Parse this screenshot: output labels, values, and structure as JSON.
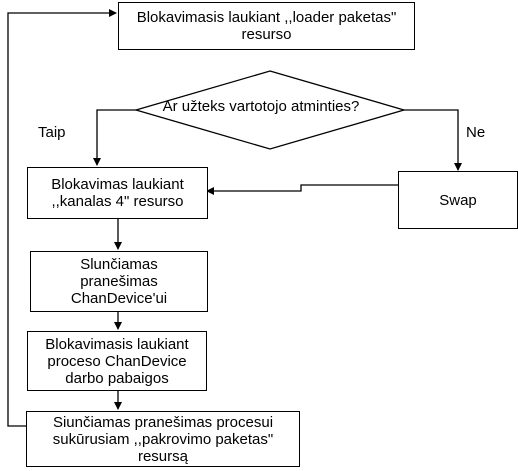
{
  "nodes": {
    "wait_loader": "Blokavimasis laukiant ,,loader paketas\"\nresurso",
    "decision_memory": "Ar užteks vartotojo atminties?",
    "wait_channel": "Blokavimas laukiant\n,,kanalas 4\" resurso",
    "swap": "Swap",
    "send_chandevice": "Slunčiamas\npranešimas\nChanDevice'ui",
    "wait_chandevice_end": "Blokavimasis laukiant\nproceso ChanDevice\ndarbo pabaigos",
    "send_creator": "Siunčiamas pranešimas procesui\nsukūrusiam ,,pakrovimo paketas\"\nresursą"
  },
  "edges": {
    "yes_label": "Taip",
    "no_label": "Ne"
  }
}
